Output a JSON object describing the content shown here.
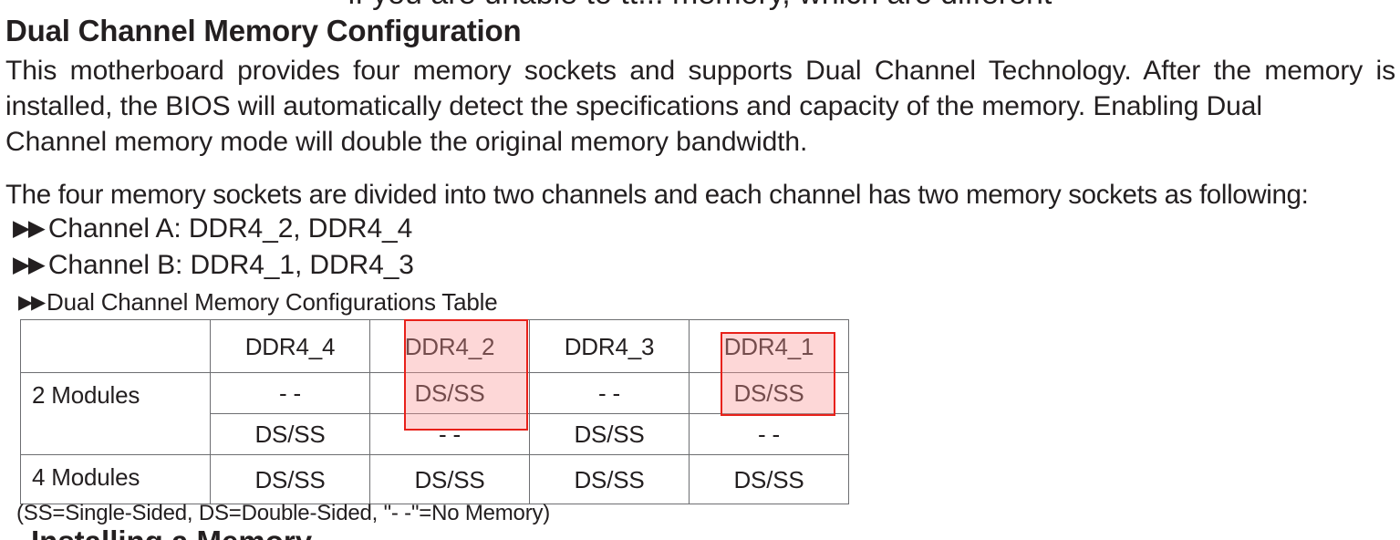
{
  "document": {
    "clipped_top_line": "if you are unable to tt... memory, which are different",
    "heading": "Dual Channel Memory Configuration",
    "paragraph": "This motherboard provides four memory sockets and supports Dual Channel Technology. After the memory is installed, the BIOS will automatically detect the specifications and capacity of the memory. Enabling Dual",
    "paragraph_last_line": "Channel memory mode will double the original memory bandwidth.",
    "intro_line": "The four memory sockets are divided into two channels and each channel has two memory sockets as following:",
    "bullet_glyph": "▶▶",
    "bullets": [
      {
        "text": "Channel A: DDR4_2, DDR4_4"
      },
      {
        "text": "Channel B: DDR4_1, DDR4_3"
      }
    ],
    "table_caption": "Dual Channel Memory Configurations Table",
    "footnote": "(SS=Single-Sided, DS=Double-Sided, \"- -\"=No Memory)",
    "clipped_bottom_heading": "Installing a Memory"
  },
  "table": {
    "columns": [
      "",
      "DDR4_4",
      "DDR4_2",
      "DDR4_3",
      "DDR4_1"
    ],
    "rows": [
      {
        "label": "2 Modules",
        "label_rowspan": 2,
        "cells": [
          "- -",
          "DS/SS",
          "- -",
          "DS/SS"
        ]
      },
      {
        "label": "",
        "label_rowspan": 0,
        "cells": [
          "DS/SS",
          "- -",
          "DS/SS",
          "- -"
        ]
      },
      {
        "label": "4 Modules",
        "label_rowspan": 1,
        "cells": [
          "DS/SS",
          "DS/SS",
          "DS/SS",
          "DS/SS"
        ]
      }
    ]
  },
  "annotations": {
    "highlight_fill": "#fad5d5",
    "highlight_border": "#e8211a",
    "boxes": [
      {
        "id": "ddr4-2-highlight",
        "target_column": "DDR4_2"
      },
      {
        "id": "ddr4-1-highlight",
        "target_column": "DDR4_1"
      }
    ]
  },
  "colors": {
    "text": "#231f20",
    "table_border": "#6d6e71",
    "background": "#ffffff"
  }
}
